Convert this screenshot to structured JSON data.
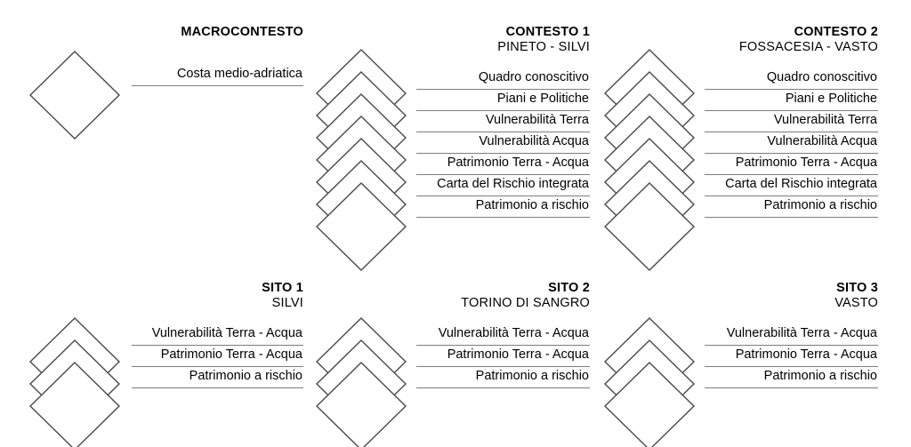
{
  "diagram": {
    "title_style": "hierarchical-layer-stack-diagram",
    "colors": {
      "diamond_stroke": "#4a4a4a",
      "rule": "#7d7d7d",
      "text": "#000000",
      "background": "#ffffff"
    }
  },
  "groups": [
    {
      "id": "macrocontesto",
      "header": "MACROCONTESTO",
      "subheader": "",
      "layer_count": 1,
      "items": [
        "Costa medio-adriatica"
      ]
    },
    {
      "id": "contesto-1",
      "header": "CONTESTO 1",
      "subheader": "PINETO - SILVI",
      "layer_count": 7,
      "items": [
        "Quadro conoscitivo",
        "Piani e Politiche",
        "Vulnerabilità Terra",
        "Vulnerabilità Acqua",
        "Patrimonio Terra - Acqua",
        "Carta del Rischio integrata",
        "Patrimonio a rischio"
      ]
    },
    {
      "id": "contesto-2",
      "header": "CONTESTO 2",
      "subheader": "FOSSACESIA - VASTO",
      "layer_count": 7,
      "items": [
        "Quadro conoscitivo",
        "Piani e Politiche",
        "Vulnerabilità Terra",
        "Vulnerabilità Acqua",
        "Patrimonio Terra - Acqua",
        "Carta del Rischio integrata",
        "Patrimonio a rischio"
      ]
    },
    {
      "id": "sito-1",
      "header": "SITO 1",
      "subheader": "SILVI",
      "layer_count": 3,
      "items": [
        "Vulnerabilità Terra - Acqua",
        "Patrimonio Terra - Acqua",
        "Patrimonio a rischio"
      ]
    },
    {
      "id": "sito-2",
      "header": "SITO 2",
      "subheader": "TORINO DI SANGRO",
      "layer_count": 3,
      "items": [
        "Vulnerabilità Terra - Acqua",
        "Patrimonio Terra - Acqua",
        "Patrimonio a rischio"
      ]
    },
    {
      "id": "sito-3",
      "header": "SITO 3",
      "subheader": "VASTO",
      "layer_count": 3,
      "items": [
        "Vulnerabilità Terra - Acqua",
        "Patrimonio Terra - Acqua",
        "Patrimonio a rischio"
      ]
    }
  ]
}
